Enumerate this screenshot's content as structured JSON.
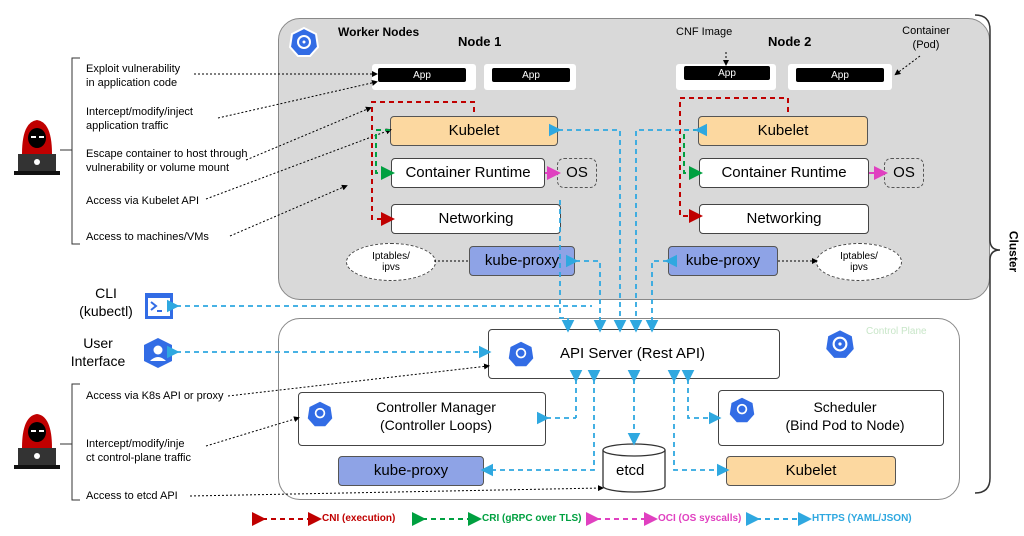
{
  "worker": {
    "title": "Worker Nodes",
    "node1": "Node 1",
    "node2": "Node 2",
    "cnf_image": "CNF Image",
    "container_pod": "Container\n(Pod)"
  },
  "apps": {
    "a1": "App",
    "a2": "App",
    "a3": "App",
    "a4": "App"
  },
  "node1": {
    "kubelet": "Kubelet",
    "runtime": "Container Runtime",
    "os": "OS",
    "networking": "Networking",
    "kubeproxy": "kube-proxy",
    "iptables": "Iptables/\nipvs"
  },
  "node2": {
    "kubelet": "Kubelet",
    "runtime": "Container Runtime",
    "os": "OS",
    "networking": "Networking",
    "kubeproxy": "kube-proxy",
    "iptables": "Iptables/\nipvs"
  },
  "control": {
    "api_server": "API Server (Rest API)",
    "controller_manager": "Controller Manager\n(Controller Loops)",
    "scheduler": "Scheduler\n(Bind Pod to Node)",
    "kubeproxy": "kube-proxy",
    "etcd": "etcd",
    "kubelet": "Kubelet",
    "watermark": "Control Plane"
  },
  "left": {
    "cli": "CLI\n(kubectl)",
    "ui": "User\nInterface"
  },
  "threats_top": [
    "Exploit vulnerability\nin application code",
    "Intercept/modify/inject\napplication traffic",
    "Escape container to host through\nvulnerability or volume mount",
    "Access via Kubelet API",
    "Access to machines/VMs"
  ],
  "threats_bottom": [
    "Access via K8s API or proxy",
    "Intercept/modify/inje\nct control-plane traffic",
    "Access to etcd API"
  ],
  "cluster_label": "Cluster",
  "legend": {
    "cni": "CNI (execution)",
    "cri": "CRI (gRPC over TLS)",
    "oci": "OCI (OS syscalls)",
    "https": "HTTPS (YAML/JSON)"
  },
  "colors": {
    "cni": "#c00000",
    "cri": "#00a040",
    "oci": "#e040c0",
    "https": "#2fa8e0",
    "kubelet": "#fcd8a0",
    "kubeproxy": "#8ea3e6",
    "k8s_blue": "#326ce5"
  },
  "icons": {
    "k8s": "kubernetes-icon",
    "hacker": "hacker-icon",
    "terminal": "terminal-icon",
    "user": "user-icon",
    "etcd": "database-icon"
  }
}
